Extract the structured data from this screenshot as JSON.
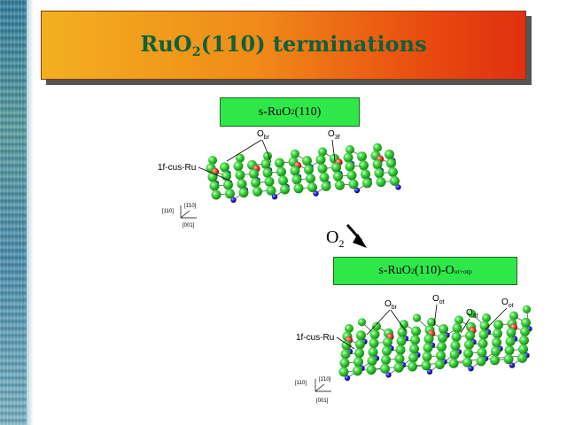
{
  "slide": {
    "title_main": "RuO",
    "title_sub": "2",
    "title_rest": "(110) terminations"
  },
  "top_structure": {
    "label_main": "s-RuO",
    "label_sub": "2",
    "label_rest": "(110)",
    "annotations": {
      "obr_main": "O",
      "obr_sub": "br",
      "o3f_main": "O",
      "o3f_sub": "3f",
      "cus_ru": "1f-cus-Ru"
    },
    "axes": {
      "axis_110": "[110]",
      "axis_1_10": "[1̄10]",
      "axis_001": "[001]"
    }
  },
  "arrow": {
    "label_main": "O",
    "label_sub": "2"
  },
  "bottom_structure": {
    "label_main": "s-RuO",
    "label_sub": "2",
    "label_mid": "(110)-O",
    "label_sub2": "ot+otp",
    "annotations": {
      "obr_main": "O",
      "obr_sub": "br",
      "oot1_main": "O",
      "oot1_sub": "ot",
      "o3f_main": "O",
      "o3f_sub": "3f",
      "oot2_main": "O",
      "oot2_sub": "ot",
      "cus_ru": "1f-cus-Ru"
    },
    "axes": {
      "axis_110": "[110]",
      "axis_1_10": "[1̄10]",
      "axis_001": "[001]"
    }
  },
  "colors": {
    "green_atom": "#3fd13f",
    "red_atom": "#e0483a",
    "blue_atom": "#2a2ac8",
    "label_box": "#2ee84a",
    "title_text": "#10603a"
  }
}
